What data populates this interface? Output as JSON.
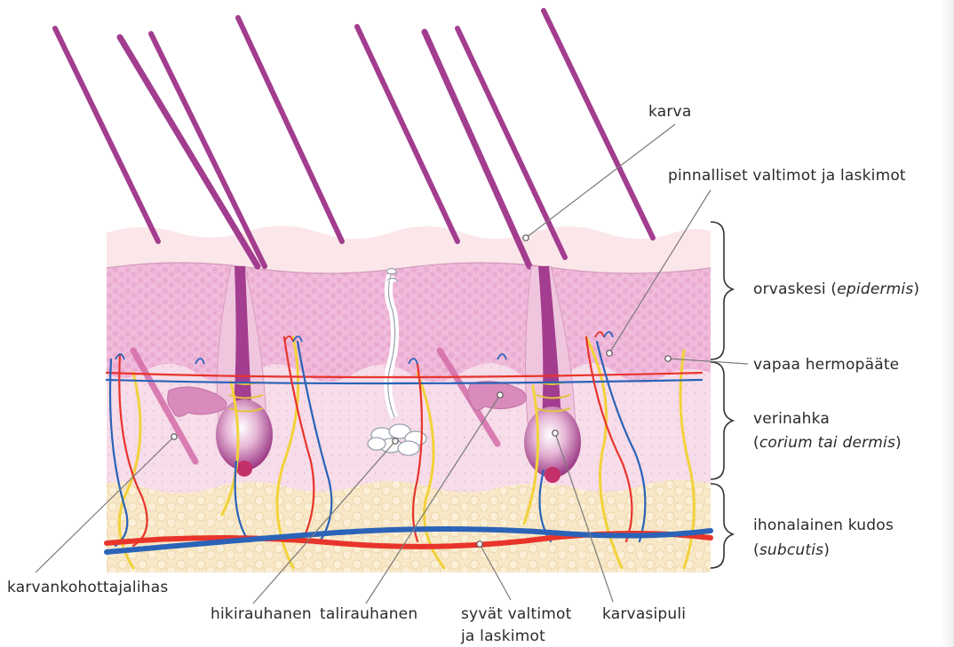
{
  "labels": {
    "karva": "karva",
    "pinnalliset": "pinnalliset valtimot ja laskimot",
    "orvaskesi_main": "orvaskesi (",
    "orvaskesi_italic": "epidermis",
    "orvaskesi_end": ")",
    "vapaa": "vapaa hermopääte",
    "verinahka": "verinahka",
    "verinahka_open": "(",
    "verinahka_italic": "corium tai dermis",
    "verinahka_end": ")",
    "ihonalainen": "ihonalainen kudos",
    "ihonalainen_open": "(",
    "ihonalainen_italic": "subcutis",
    "ihonalainen_end": ")",
    "karvankohottajalihas": "karvankohottajalihas",
    "hikirauhanen": "hikirauhanen",
    "talirauhanen": "talirauhanen",
    "syvat_1": "syvät valtimot",
    "syvat_2": "ja laskimot",
    "karvasipuli": "karvasipuli"
  },
  "colors": {
    "hair": "#a23d8f",
    "epidermis": "#f0b6d8",
    "dermis": "#f6dbe8",
    "subcutis": "#f7e6c4",
    "artery": "#e8342b",
    "vein": "#2a63b8",
    "nerve": "#f2d23a",
    "leader": "#7a7a7a"
  }
}
